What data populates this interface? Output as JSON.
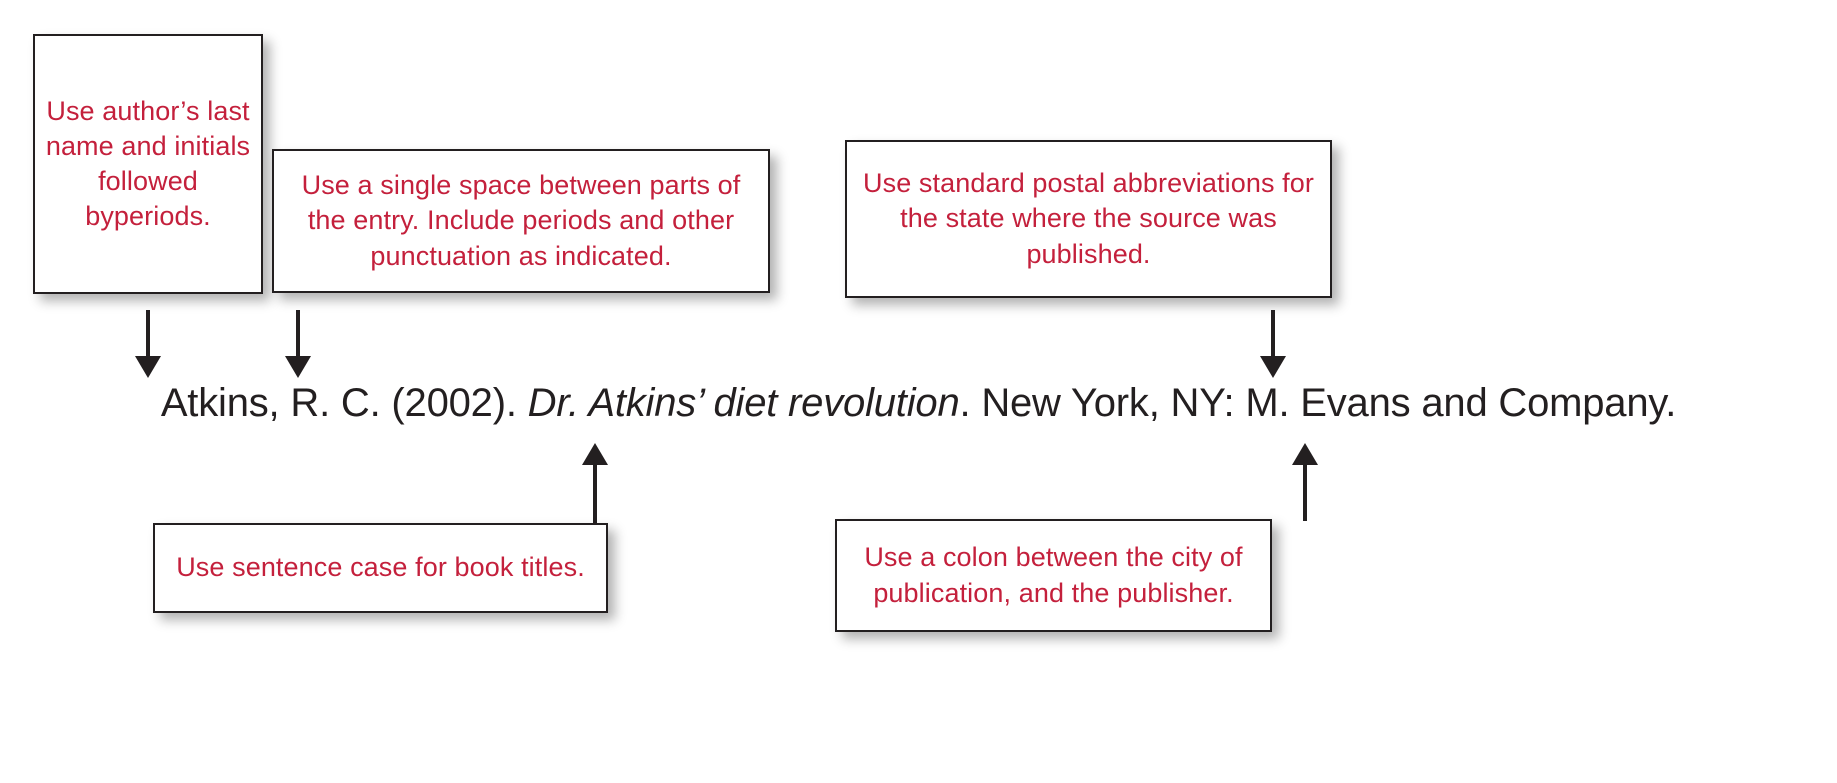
{
  "diagram": {
    "title": "APA book reference entry annotated",
    "accent_red": "#c4203c",
    "ink_black": "#231f20",
    "citation": {
      "part_author_year": "Atkins, R. C. (2002). ",
      "part_title_italic": "Dr. Atkins’ diet revolution",
      "part_publication": ". New York, NY: M. Evans and Company."
    },
    "callouts": [
      {
        "id": "author",
        "text": "Use author’s last name and initials followed byperiods.",
        "position": "top-left",
        "arrow": "down"
      },
      {
        "id": "spacing",
        "text": "Use a single space between parts of the entry. Include periods and other punctuation as indicated.",
        "position": "top-center",
        "arrow": "down"
      },
      {
        "id": "postal",
        "text": "Use standard postal abbreviations for the state where the source was published.",
        "position": "top-right",
        "arrow": "down"
      },
      {
        "id": "sentence",
        "text": "Use sentence case for book titles.",
        "position": "bottom-left",
        "arrow": "up"
      },
      {
        "id": "colon",
        "text": "Use a colon between the city of publication, and the publisher.",
        "position": "bottom-right",
        "arrow": "up"
      }
    ]
  }
}
